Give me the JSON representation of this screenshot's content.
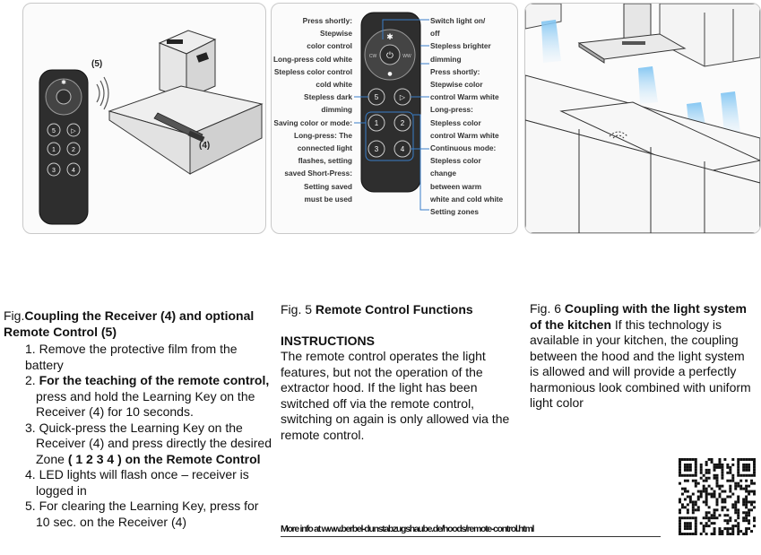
{
  "fig_left": {
    "callout_5": "(5)",
    "callout_4": "(4)"
  },
  "fig_center": {
    "left_labels": [
      "Press shortly:",
      "Stepwise",
      "color control",
      "Long-press cold white",
      "Stepless color control",
      "cold white",
      "Stepless dark",
      "dimming",
      "Saving color or mode:",
      "Long-press: The",
      "connected light",
      "flashes, setting",
      "saved Short-Press:",
      "Setting saved",
      "must be used"
    ],
    "right_labels": [
      "Switch light on/",
      "off",
      "Stepless brighter",
      "dimming",
      "Press shortly:",
      "Stepwise color",
      "control Warm white",
      "Long-press:",
      "Stepless color",
      "control Warm white",
      "Continuous mode:",
      "Stepless color",
      "change",
      "between warm",
      "white and cold white",
      "Setting zones"
    ],
    "remote_keys": [
      "5",
      "1",
      "2",
      "3",
      "4"
    ]
  },
  "col1": {
    "fig_prefix": "Fig.",
    "title": "Coupling the Receiver (4) and optional Remote Control (5)",
    "steps": [
      {
        "num": "1.",
        "text": "Remove the protective film from the",
        "cont": "battery"
      },
      {
        "num": "2.",
        "text": "For the teaching of the remote control,",
        "cont": "press and hold the Learning Key on the Receiver (4) for 10 seconds."
      },
      {
        "num": "3.",
        "text": "Quick-press the Learning Key on the",
        "cont": "Receiver (4) and press directly the desired Zone",
        "zones": "( 1 2 3 4 )",
        "tail": "on the Remote Control"
      },
      {
        "num": "4.",
        "text": "LED lights will flash once – receiver is",
        "cont": "logged in"
      },
      {
        "num": "5.",
        "text": "For clearing the Learning Key, press for",
        "cont": "10 sec. on the Receiver (4)"
      }
    ]
  },
  "col2": {
    "fig_prefix": "Fig. 5",
    "title": "Remote Control Functions",
    "heading": "INSTRUCTIONS",
    "body": "The remote control operates the light features, but not the operation of the extractor hood. If the light has been switched off via the remote control, switching on again is only allowed via the remote control."
  },
  "col3": {
    "fig_prefix": "Fig. 6",
    "title": "Coupling with the light system of the kitchen",
    "body": "If this technology is available in your kitchen, the coupling between the hood and the light system is allowed and will provide a perfectly harmonious look combined with uniform light color"
  },
  "footer": {
    "more_info": "More info at www.berbel-dunstabzugshaube.de/hoods/remote-control.html"
  }
}
